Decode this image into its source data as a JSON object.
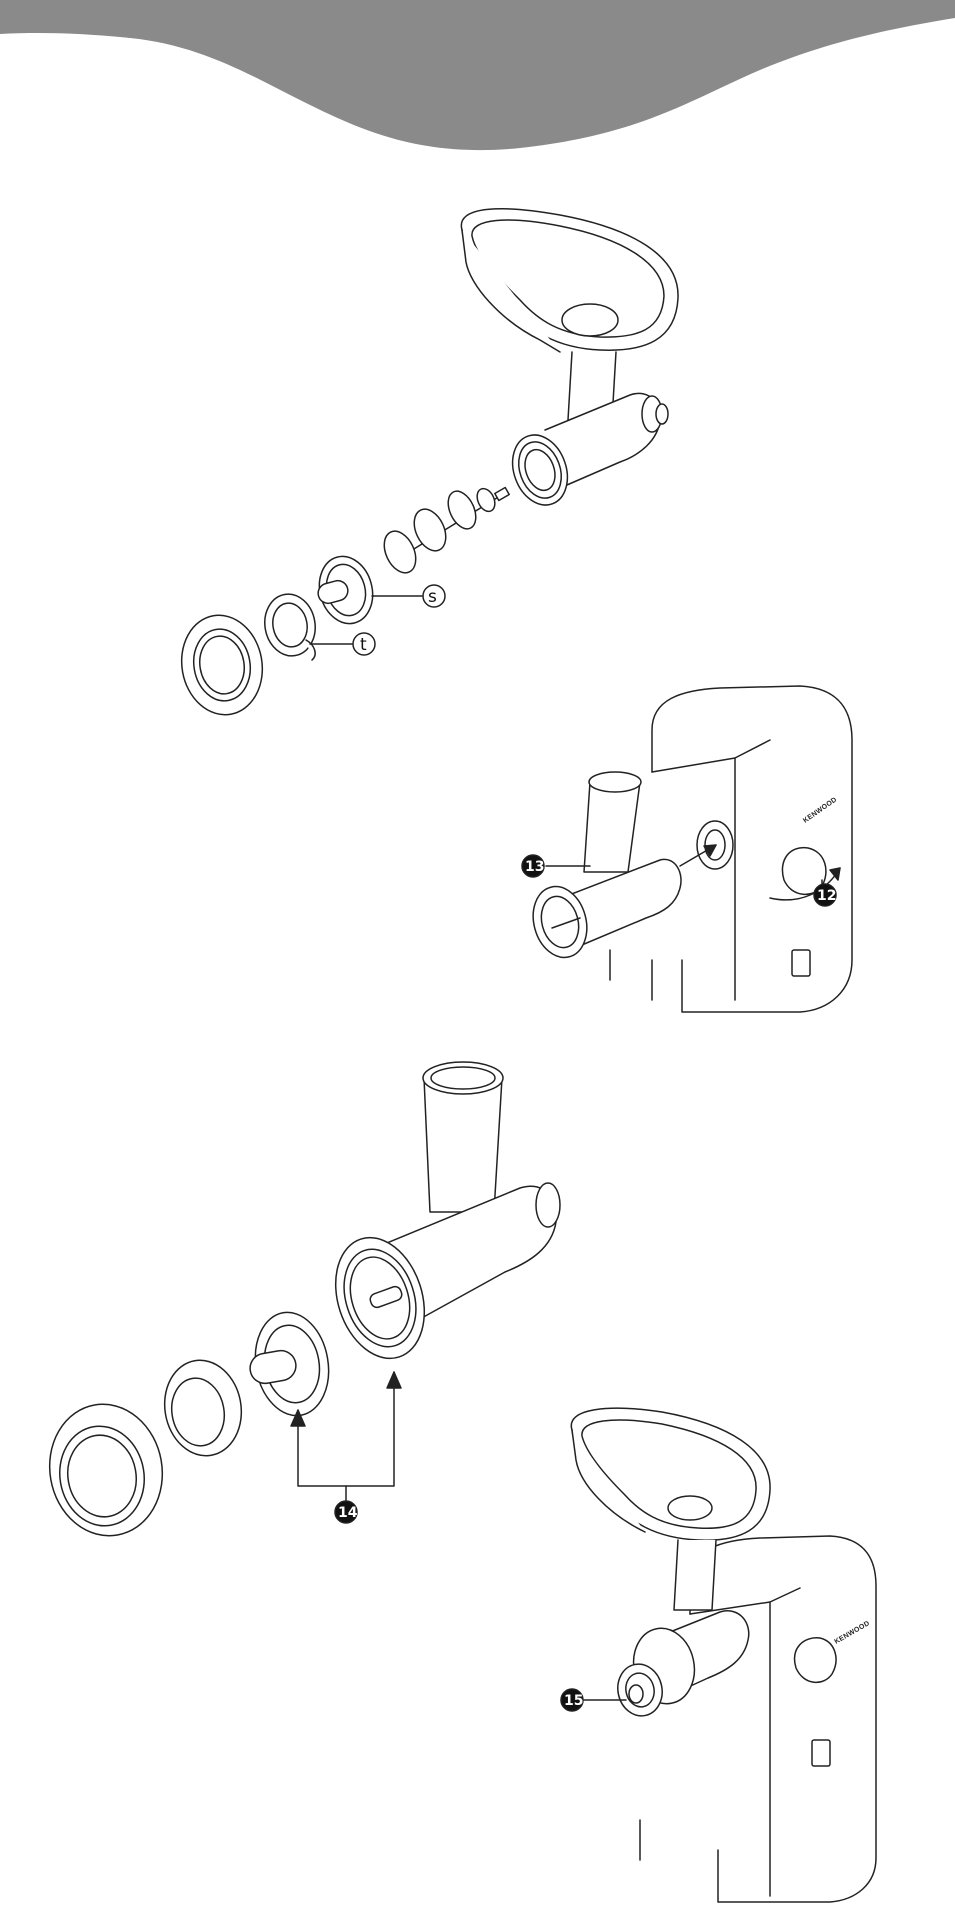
{
  "callouts": {
    "s": "s",
    "t": "t",
    "n12": "12",
    "n13": "13",
    "n14": "14",
    "n15": "15"
  },
  "brand": {
    "name": "KENWOOD"
  },
  "colors": {
    "header_band": "#8a8a8a",
    "line": "#222222",
    "fill": "#ffffff"
  },
  "icons": [
    "power-switch-icon",
    "rotation-arrow-icon",
    "insert-arrow-icon"
  ]
}
